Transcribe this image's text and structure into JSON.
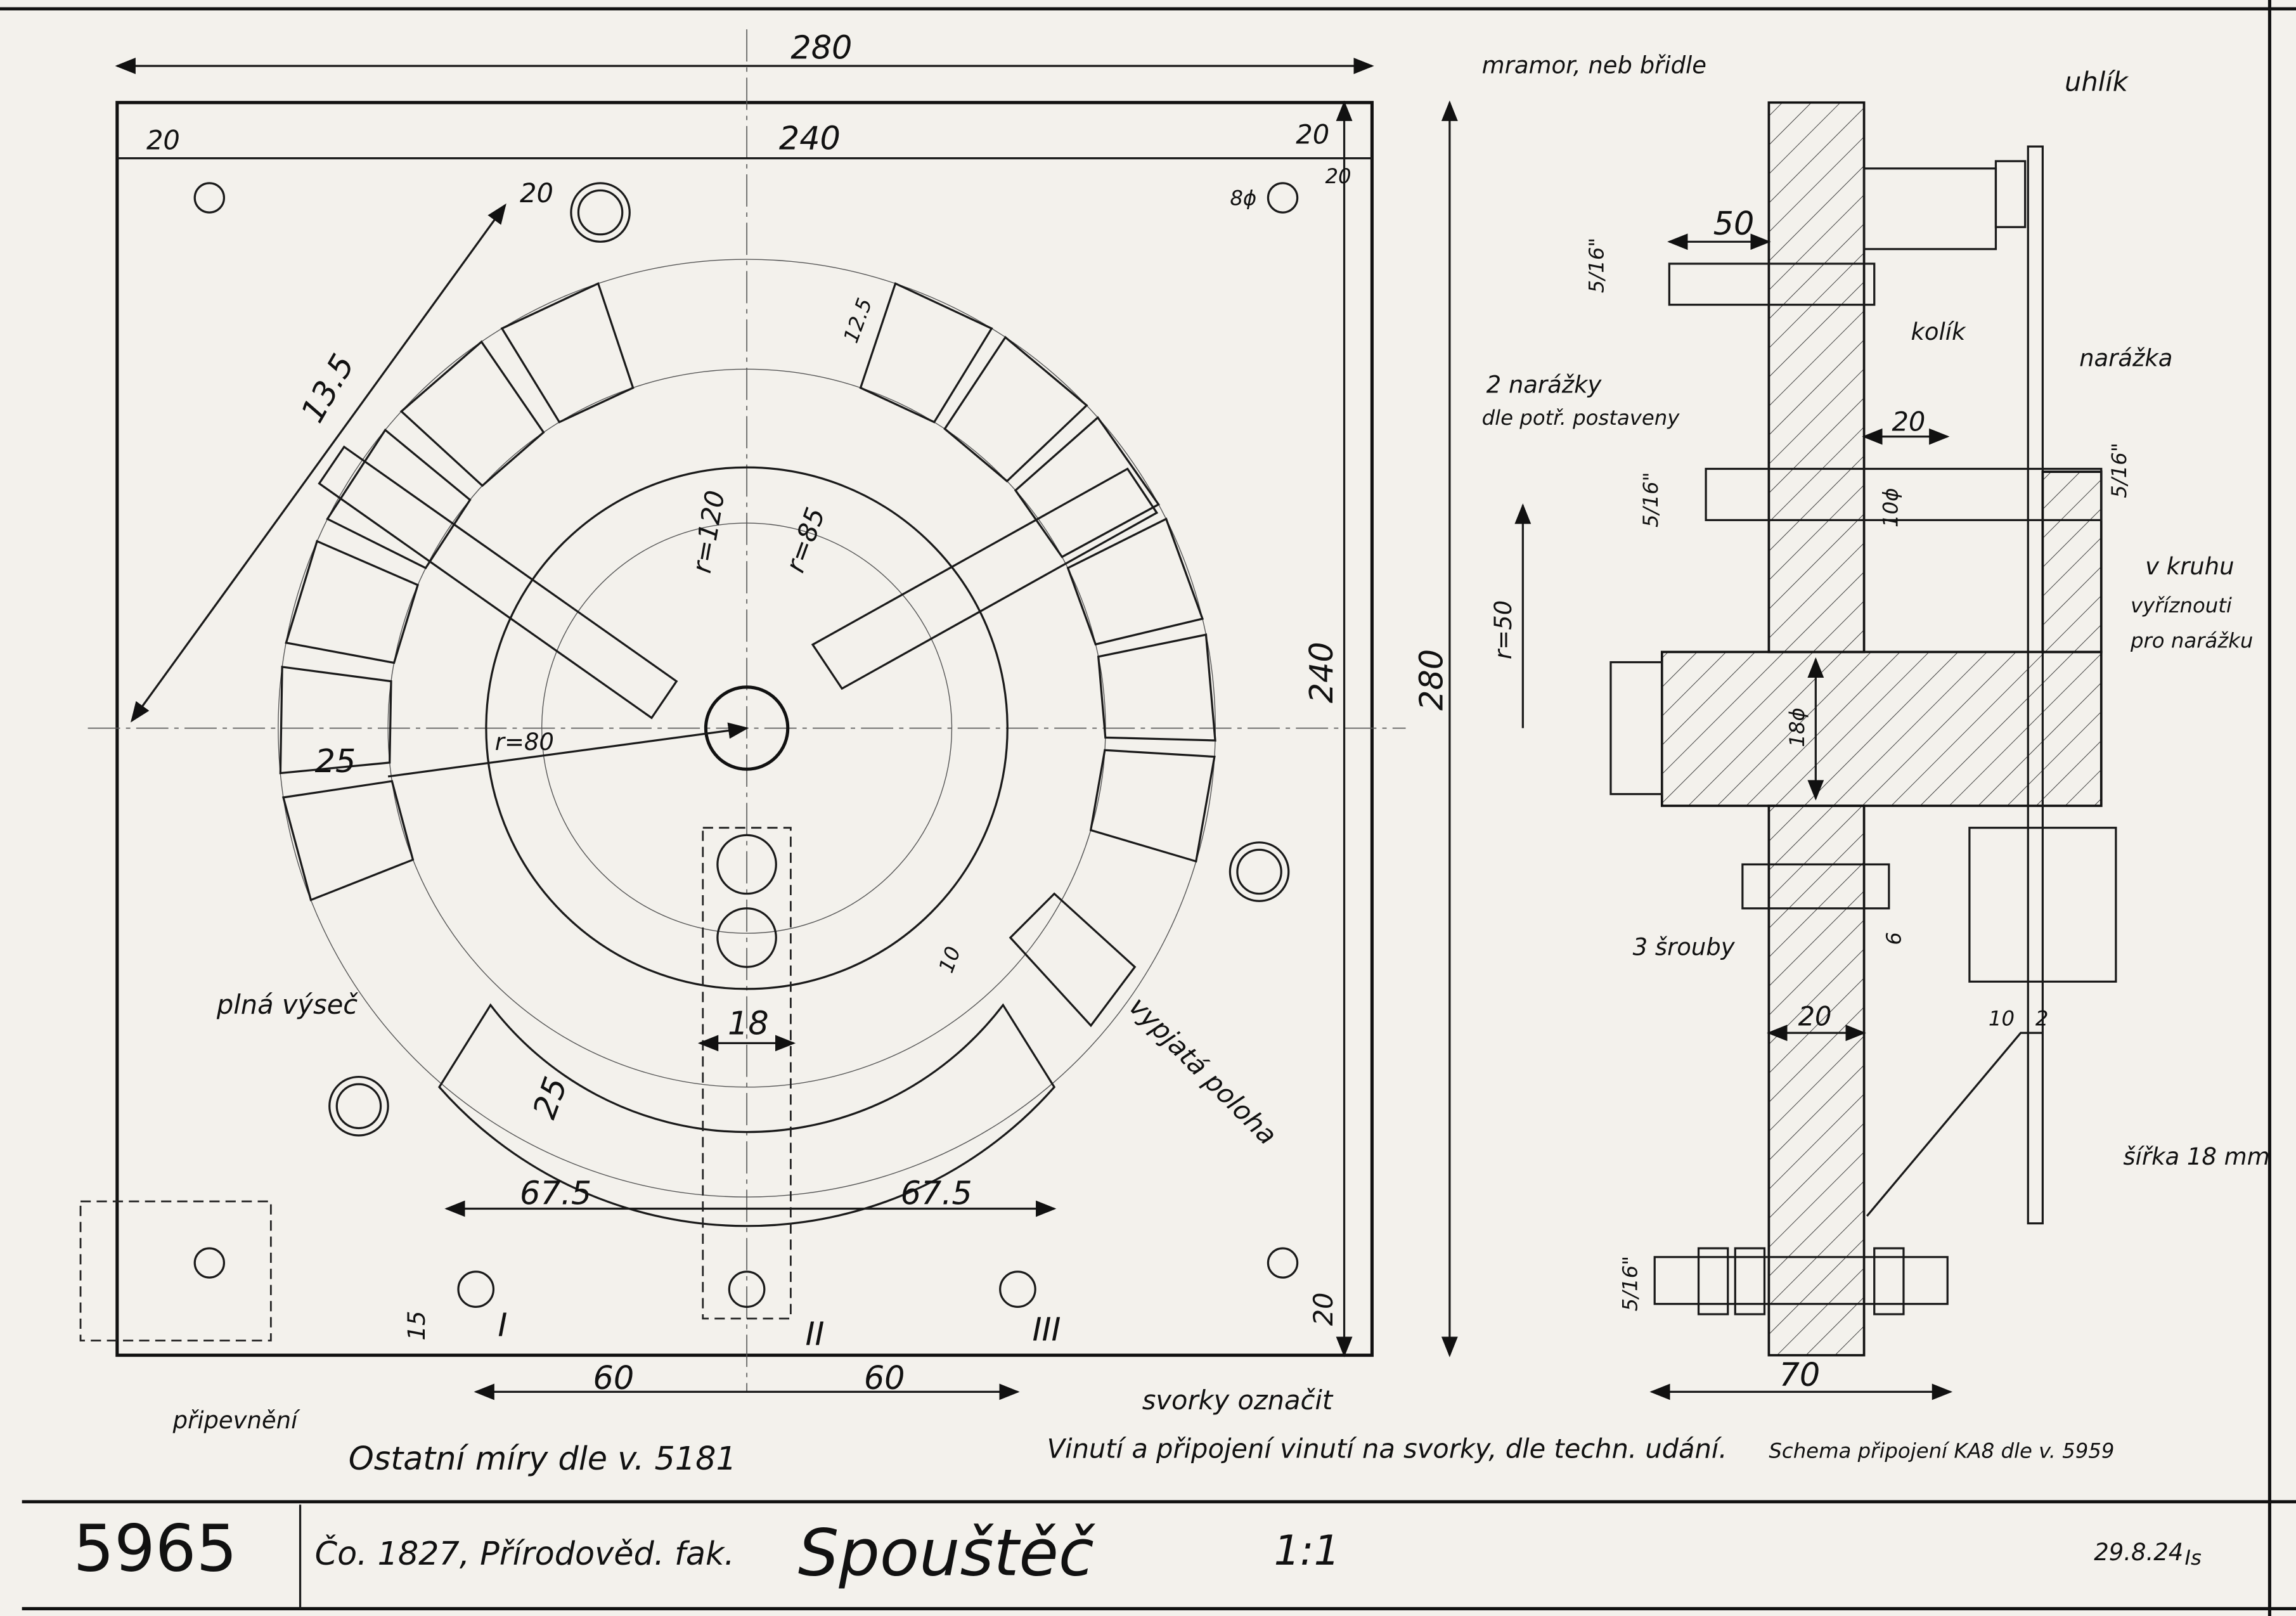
{
  "title_block": {
    "drawing_number": "5965",
    "reference": "Čo. 1827, Přírodověd. fak.",
    "title": "Spouštěč",
    "scale": "1:1",
    "date": "29.8.24",
    "initials": "Is"
  },
  "notes": {
    "other_dims": "Ostatní míry dle v. 5181",
    "mounting": "připevnění",
    "winding": "Vinutí a připojení vinutí na svorky, dle techn. udání.",
    "schema": "Schema připojení KA8 dle v. 5959",
    "terminals": "svorky označit",
    "full_sector": "plná výseč",
    "off_position": "vypjatá poloha",
    "material": "mramor, neb břidle",
    "carbon": "uhlík",
    "pin": "kolík",
    "stops": "2 narážky",
    "stops_note": "dle potř. postaveny",
    "stop": "narážka",
    "cut_1": "v kruhu",
    "cut_2": "vyříznouti",
    "cut_3": "pro narážku",
    "screws": "3 šrouby",
    "width": "šířka 18 mm"
  },
  "terminals": [
    "I",
    "II",
    "III"
  ],
  "dims_front": {
    "overall_w": "280",
    "inner_w": "240",
    "left_margin": "20",
    "right_margin": "20",
    "hole": "8ϕ",
    "hole_off": "20",
    "seg_angle": "20",
    "radius_135": "13.5",
    "seg_w": "12.5",
    "r120": "r=120",
    "r85": "r=85",
    "r80": "r=80",
    "seg_len": "25",
    "height": "240",
    "bottom_margin": "20",
    "sector_h": "25",
    "slot_w": "18",
    "half_1": "67.5",
    "half_2": "67.5",
    "gap": "10",
    "term_x1": "60",
    "term_x2": "60",
    "term_y": "15"
  },
  "dims_side": {
    "height": "280",
    "r50": "r=50",
    "d50": "50",
    "bolt_1": "5/16\"",
    "bolt_2": "5/16\"",
    "bolt_3": "5/16\"",
    "bolt_4": "5/16\"",
    "d20a": "20",
    "d10": "10ϕ",
    "d18": "18ϕ",
    "d6": "6",
    "d20b": "20",
    "d10b": "10",
    "d2": "2",
    "d70": "70"
  }
}
